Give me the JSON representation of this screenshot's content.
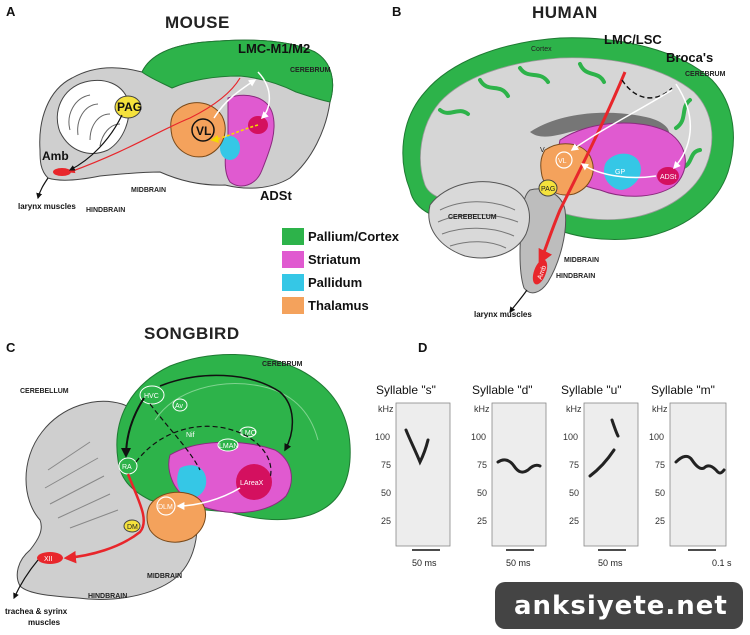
{
  "panels": {
    "a": {
      "letter": "A",
      "title": "MOUSE",
      "lmc": "LMC-M1/M2",
      "cerebrum": "CEREBRUM",
      "pag": "PAG",
      "vl": "VL",
      "amb": "Amb",
      "adst": "ADSt",
      "midbrain": "MIDBRAIN",
      "hindbrain": "HINDBRAIN",
      "muscles": "larynx muscles"
    },
    "b": {
      "letter": "B",
      "title": "HUMAN",
      "cortex": "Cortex",
      "lmc": "LMC/LSC",
      "broca": "Broca's",
      "cerebrum": "CEREBRUM",
      "vl": "VL",
      "v": "V",
      "gp": "GP",
      "adst": "ADSt",
      "pag": "PAG",
      "cerebellum": "CEREBELLUM",
      "midbrain": "MIDBRAIN",
      "hindbrain": "HINDBRAIN",
      "amb": "Amb",
      "muscles": "larynx muscles"
    },
    "c": {
      "letter": "C",
      "title": "SONGBIRD",
      "cerebellum": "CEREBELLUM",
      "cerebrum": "CEREBRUM",
      "hvc": "HVC",
      "av": "Av",
      "nif": "Nif",
      "ra": "RA",
      "lman": "LMAN",
      "lmo": "LMO",
      "dlm": "DLM",
      "dm": "DM",
      "areax": "LAreaX",
      "xii": "XII",
      "midbrain": "MIDBRAIN",
      "hindbrain": "HINDBRAIN",
      "muscles1": "trachea & syrinx",
      "muscles2": "muscles"
    },
    "d": {
      "letter": "D"
    }
  },
  "legend": [
    {
      "label": "Pallium/Cortex",
      "color": "#2db34a"
    },
    {
      "label": "Striatum",
      "color": "#e05ad0"
    },
    {
      "label": "Pallidum",
      "color": "#35c7e6"
    },
    {
      "label": "Thalamus",
      "color": "#f4a25c"
    }
  ],
  "spectrograms": {
    "axis_unit": "kHz",
    "ticks": [
      "100",
      "75",
      "50",
      "25"
    ],
    "syllables": [
      {
        "title": "Syllable \"s\"",
        "scale": "50 ms"
      },
      {
        "title": "Syllable \"d\"",
        "scale": "50 ms"
      },
      {
        "title": "Syllable \"u\"",
        "scale": "50 ms"
      },
      {
        "title": "Syllable \"m\"",
        "scale": "0.1 s"
      }
    ]
  },
  "watermark": "anksiyete.net"
}
